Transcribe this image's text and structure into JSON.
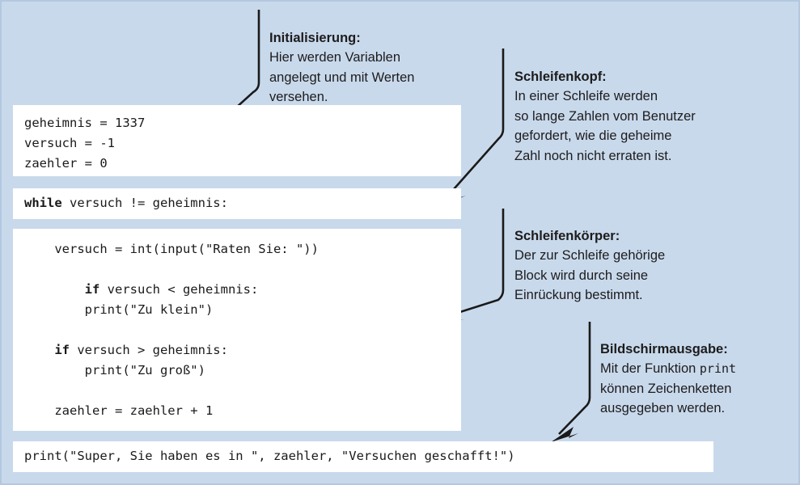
{
  "figure": {
    "background_color": "#c9d9ec",
    "code_box_color": "#ffffff",
    "text_color": "#1c1c1c"
  },
  "code_blocks": [
    {
      "name": "initialisierung",
      "lines": [
        "geheimnis = 1337",
        "versuch = -1",
        "zaehler = 0"
      ],
      "text": "geheimnis = 1337\nversuch = -1\nzaehler = 0"
    },
    {
      "name": "schleifenkopf",
      "keyword": "while",
      "rest": " versuch != geheimnis:",
      "text": "while versuch != geheimnis:"
    },
    {
      "name": "schleifenkoerper",
      "lines": [
        "    versuch = int(input(\"Raten Sie: \"))",
        "",
        "    if versuch < geheimnis:",
        "        print(\"Zu klein\")",
        "",
        "    if versuch > geheimnis:",
        "        print(\"Zu groß\")",
        "",
        "    zaehler = zaehler + 1"
      ],
      "line1": "    versuch = int(input(\"Raten Sie: \"))",
      "if1_kw": "if",
      "if1_rest": " versuch < geheimnis:",
      "print1": "        print(\"Zu klein\")",
      "if2_kw": "if",
      "if2_rest": " versuch > geheimnis:",
      "print2": "        print(\"Zu groß\")",
      "counter": "    zaehler = zaehler + 1"
    },
    {
      "name": "bildschirmausgabe",
      "text": "print(\"Super, Sie haben es in \", zaehler, \"Versuchen geschafft!\")"
    }
  ],
  "annotations": [
    {
      "id": "initialisierung",
      "heading": "Initialisierung:",
      "body": "Hier werden Variablen\nangelegt und mit Werten\nversehen."
    },
    {
      "id": "schleifenkopf",
      "heading": "Schleifenkopf:",
      "body": "In einer Schleife werden\nso lange Zahlen vom Benutzer\ngefordert, wie die geheime\nZahl noch nicht erraten ist."
    },
    {
      "id": "schleifenkoerper",
      "heading": "Schleifenkörper:",
      "body": "Der zur Schleife gehörige\nBlock wird durch seine\nEinrückung bestimmt."
    },
    {
      "id": "bildschirmausgabe",
      "heading": "Bildschirmausgabe:",
      "body_before": "Mit der Funktion ",
      "body_mono": "print",
      "body_after": "\nkönnen Zeichenketten\nausgegeben werden."
    }
  ]
}
